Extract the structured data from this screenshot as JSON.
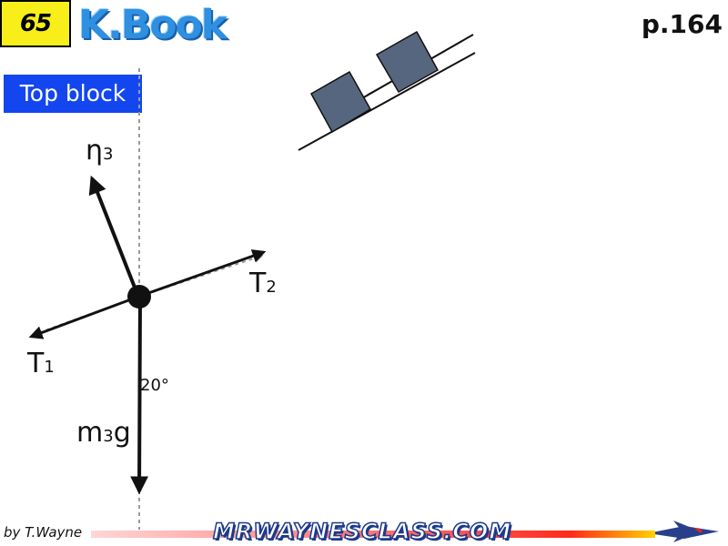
{
  "header": {
    "slide_number": "65",
    "brand": "K.Book",
    "page_ref": "p.164"
  },
  "section_label": "Top block",
  "forces": {
    "normal": {
      "symbol": "η",
      "subscript": "3"
    },
    "tension_2": {
      "symbol": "T",
      "subscript": "2"
    },
    "tension_1": {
      "symbol": "T",
      "subscript": "1"
    },
    "weight": {
      "symbol": "m",
      "subscript": "3",
      "suffix": "g"
    }
  },
  "angle_label": "20°",
  "footer": {
    "author": "by T.Wayne",
    "site": "MRWAYNESCLASS.COM"
  },
  "colors": {
    "badge_bg": "#f7ee1a",
    "brand_blue": "#2f8fe0",
    "label_bg": "#1446f0",
    "block_fill": "#56667f",
    "arrow": "#111111",
    "dashed_guide": "#9a9a9a"
  }
}
